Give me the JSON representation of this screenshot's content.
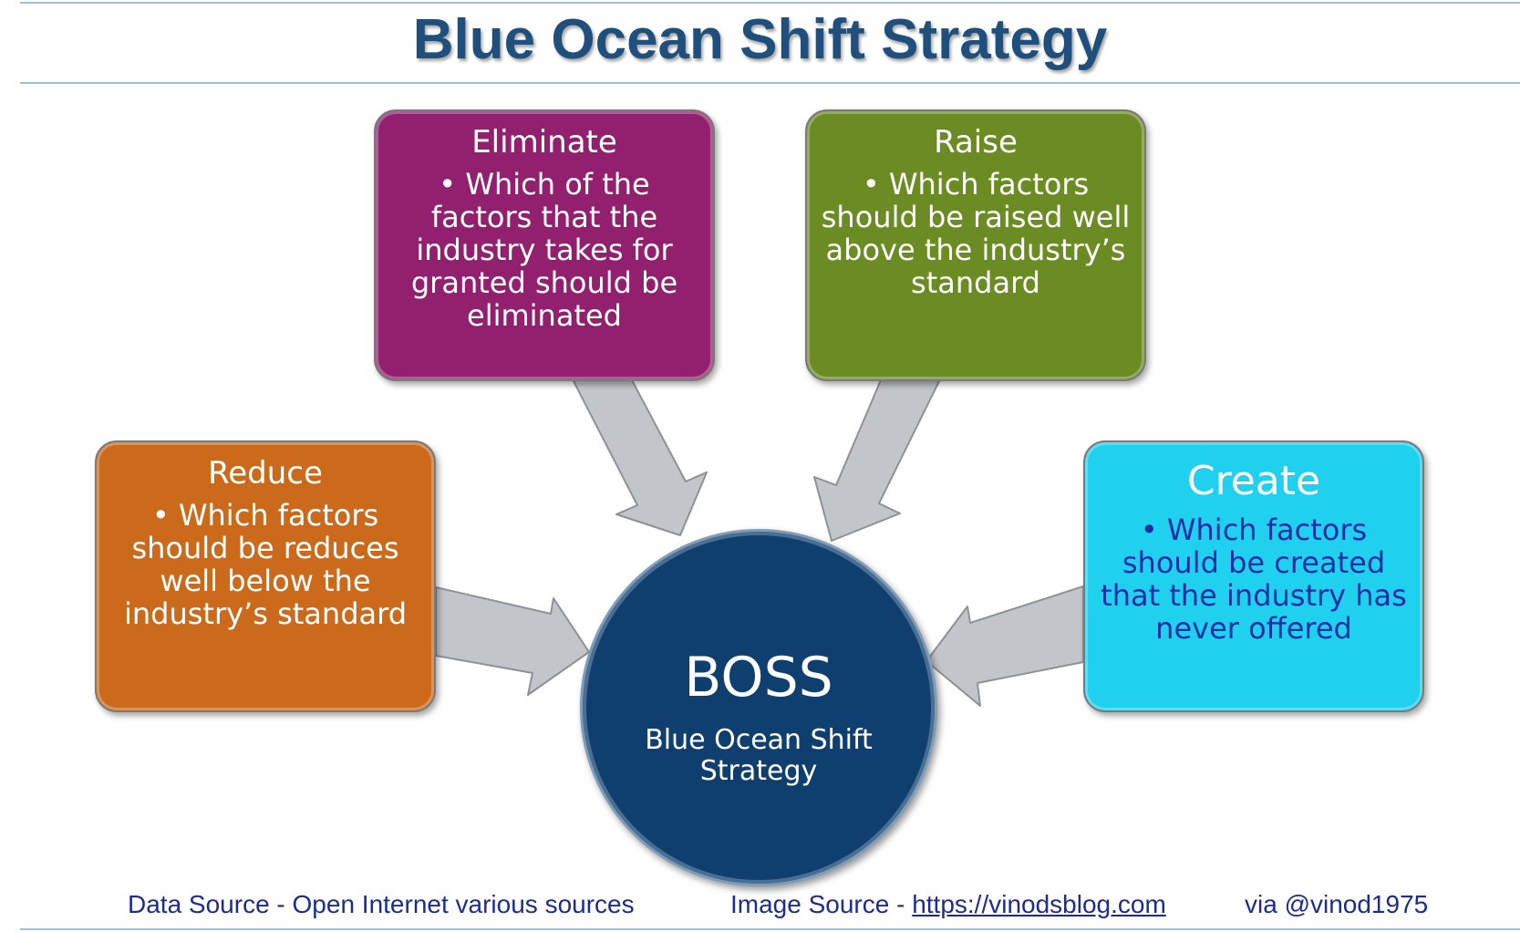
{
  "title": "Blue Ocean Shift Strategy",
  "center": {
    "acronym": "BOSS",
    "full_name": "Blue Ocean Shift Strategy"
  },
  "boxes": {
    "eliminate": {
      "heading": "Eliminate",
      "text": "• Which of the factors that the industry takes for granted should be eliminated"
    },
    "raise": {
      "heading": "Raise",
      "text": "• Which factors should be raised well above the industry’s standard"
    },
    "reduce": {
      "heading": "Reduce",
      "text": "• Which factors should be reduces well below the industry’s standard"
    },
    "create": {
      "heading": "Create",
      "text": "• Which factors should be created that the industry has never offered"
    }
  },
  "footer": {
    "data_source": "Data Source -  Open Internet  various sources",
    "image_source_label": "Image Source -",
    "image_source_link": "https://vinodsblog.com",
    "via": "via  @vinod1975"
  },
  "colors": {
    "eliminate": "#93206e",
    "raise": "#6a8c22",
    "reduce": "#cc6a1c",
    "create": "#1fd0ef",
    "center": "#0e3f6e",
    "arrow": "#c0c4c8",
    "title": "#1f4f7c"
  }
}
